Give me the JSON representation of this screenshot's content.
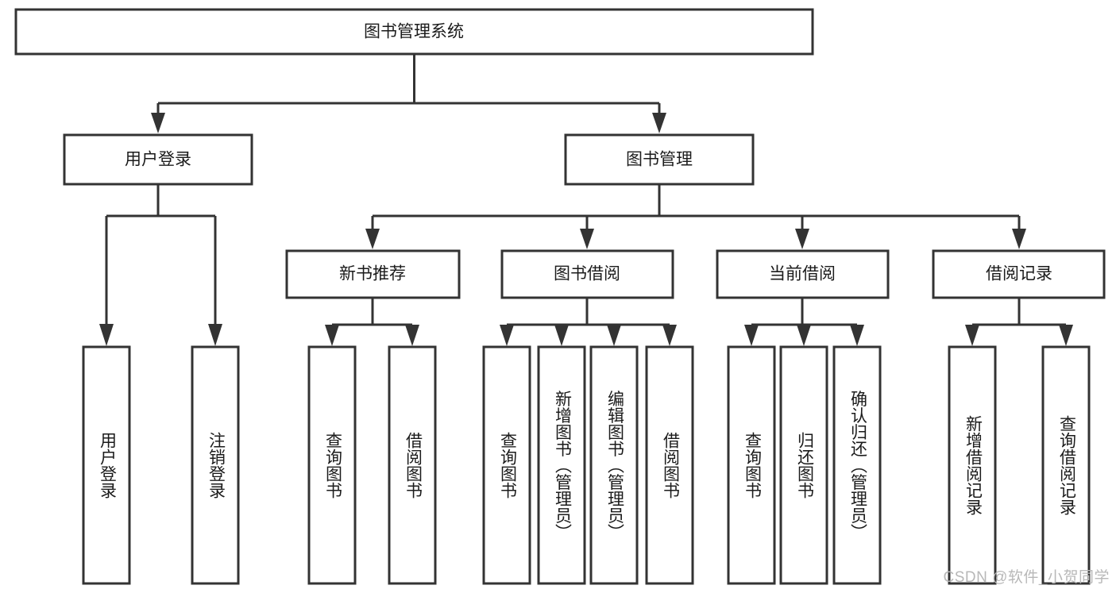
{
  "diagram": {
    "type": "tree-hierarchy-chart",
    "title": "图书管理系统",
    "watermark": "CSDN @软件_小贺同学",
    "colors": {
      "box_stroke": "#333333",
      "box_fill": "#ffffff",
      "text": "#1b1b1b",
      "background": "#ffffff",
      "watermark": "#b8b8b8"
    },
    "nodes": {
      "root": {
        "label": "图书管理系统",
        "level": 0,
        "orientation": "horizontal"
      },
      "l1": [
        {
          "id": "user-login",
          "label": "用户登录",
          "orientation": "horizontal"
        },
        {
          "id": "book-manage",
          "label": "图书管理",
          "orientation": "horizontal"
        }
      ],
      "l2": [
        {
          "id": "new-book-recommend",
          "label": "新书推荐",
          "orientation": "horizontal",
          "parent": "book-manage"
        },
        {
          "id": "book-borrow",
          "label": "图书借阅",
          "orientation": "horizontal",
          "parent": "book-manage"
        },
        {
          "id": "current-borrow",
          "label": "当前借阅",
          "orientation": "horizontal",
          "parent": "book-manage"
        },
        {
          "id": "borrow-record",
          "label": "借阅记录",
          "orientation": "horizontal",
          "parent": "book-manage"
        }
      ],
      "leaves": [
        {
          "id": "leaf-user-login",
          "label": "用户登录",
          "orientation": "vertical",
          "parent": "user-login"
        },
        {
          "id": "leaf-user-logout",
          "label": "注销登录",
          "orientation": "vertical",
          "parent": "user-login"
        },
        {
          "id": "leaf-query-book-1",
          "label": "查询图书",
          "orientation": "vertical",
          "parent": "new-book-recommend"
        },
        {
          "id": "leaf-borrow-book-1",
          "label": "借阅图书",
          "orientation": "vertical",
          "parent": "new-book-recommend"
        },
        {
          "id": "leaf-query-book-2",
          "label": "查询图书",
          "orientation": "vertical",
          "parent": "book-borrow"
        },
        {
          "id": "leaf-add-book",
          "label": "新增图书（管理员）",
          "orientation": "vertical",
          "parent": "book-borrow"
        },
        {
          "id": "leaf-edit-book",
          "label": "编辑图书（管理员）",
          "orientation": "vertical",
          "parent": "book-borrow"
        },
        {
          "id": "leaf-borrow-book-2",
          "label": "借阅图书",
          "orientation": "vertical",
          "parent": "book-borrow"
        },
        {
          "id": "leaf-query-book-3",
          "label": "查询图书",
          "orientation": "vertical",
          "parent": "current-borrow"
        },
        {
          "id": "leaf-return-book",
          "label": "归还图书",
          "orientation": "vertical",
          "parent": "current-borrow"
        },
        {
          "id": "leaf-confirm-return",
          "label": "确认归还（管理员）",
          "orientation": "vertical",
          "parent": "current-borrow"
        },
        {
          "id": "leaf-add-record",
          "label": "新增借阅记录",
          "orientation": "vertical",
          "parent": "borrow-record"
        },
        {
          "id": "leaf-query-record",
          "label": "查询借阅记录",
          "orientation": "vertical",
          "parent": "borrow-record"
        }
      ]
    }
  }
}
